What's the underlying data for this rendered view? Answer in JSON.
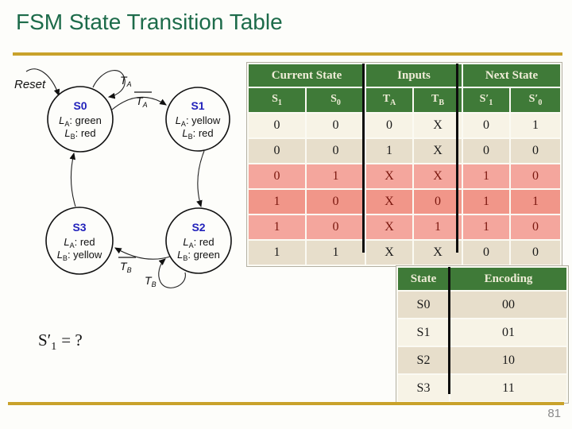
{
  "slide": {
    "title": "FSM State Transition Table",
    "page_number": "81"
  },
  "question": {
    "base": "S′",
    "sub": "1",
    "rest": "= ?"
  },
  "diagram": {
    "reset_label": "Reset",
    "signal_a": {
      "base": "L",
      "sub": "A"
    },
    "signal_b": {
      "base": "L",
      "sub": "B"
    },
    "states": [
      {
        "name": "S0",
        "la": ": green",
        "lb": ": red"
      },
      {
        "name": "S1",
        "la": ": yellow",
        "lb": ": red"
      },
      {
        "name": "S2",
        "la": ": red",
        "lb": ": green"
      },
      {
        "name": "S3",
        "la": ": red",
        "lb": ": yellow"
      }
    ],
    "labels": {
      "ta": {
        "base": "T",
        "sub": "A"
      },
      "tb": {
        "base": "T",
        "sub": "B"
      }
    }
  },
  "transition_table": {
    "groups": [
      "Current State",
      "Inputs",
      "Next State"
    ],
    "columns": [
      {
        "base": "S",
        "sub": "1"
      },
      {
        "base": "S",
        "sub": "0"
      },
      {
        "base": "T",
        "sub": "A"
      },
      {
        "base": "T",
        "sub": "B"
      },
      {
        "base": "S′",
        "sub": "1"
      },
      {
        "base": "S′",
        "sub": "0"
      }
    ],
    "rows": [
      [
        "0",
        "0",
        "0",
        "X",
        "0",
        "1"
      ],
      [
        "0",
        "0",
        "1",
        "X",
        "0",
        "0"
      ],
      [
        "0",
        "1",
        "X",
        "X",
        "1",
        "0"
      ],
      [
        "1",
        "0",
        "X",
        "0",
        "1",
        "1"
      ],
      [
        "1",
        "0",
        "X",
        "1",
        "1",
        "0"
      ],
      [
        "1",
        "1",
        "X",
        "X",
        "0",
        "0"
      ]
    ]
  },
  "encoding_table": {
    "headers": [
      "State",
      "Encoding"
    ],
    "rows": [
      [
        "S0",
        "00"
      ],
      [
        "S1",
        "01"
      ],
      [
        "S2",
        "10"
      ],
      [
        "S3",
        "11"
      ]
    ]
  },
  "colors": {
    "title_green": "#1d6b4a",
    "gold": "#c9a22b",
    "header_green": "#3f7a38",
    "row_cream": "#f7f3e6",
    "row_tan": "#e7decb",
    "row_pink": "#f4a69d",
    "row_pink_dark": "#f19689",
    "pink_text": "#7a170e",
    "state_name_blue": "#2222bb"
  }
}
